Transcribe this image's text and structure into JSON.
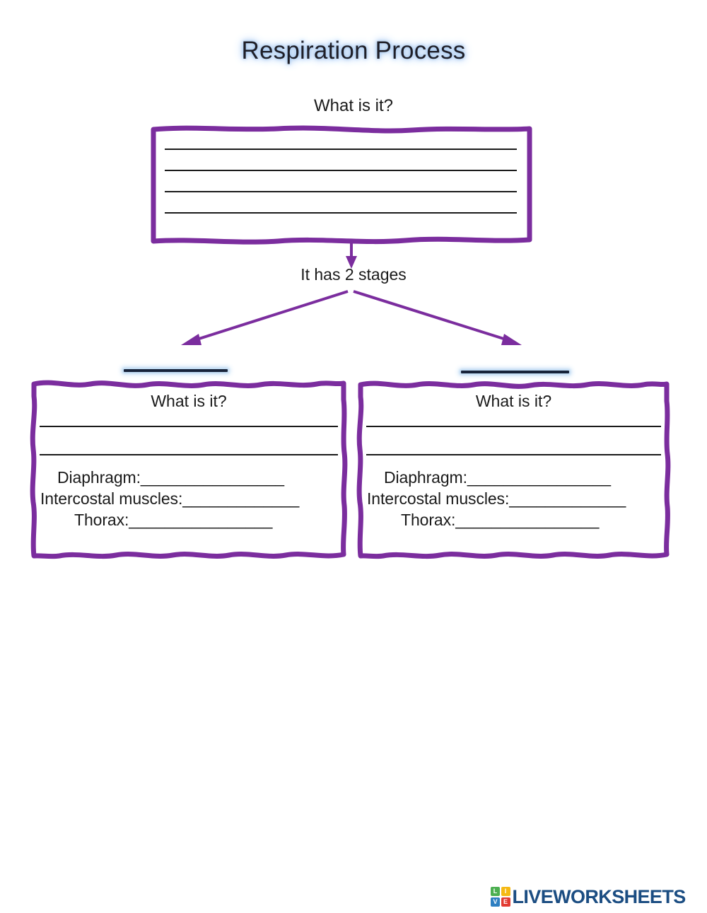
{
  "document": {
    "title": "Respiration Process",
    "top_question": "What is it?",
    "stage_label": "It has 2 stages"
  },
  "colors": {
    "box_border_purple": "#7B2D9E",
    "title_glow_blue": "#9DC3EF",
    "blank_line_dark": "#17233A",
    "blank_glow_blue": "#BCD8F2",
    "logo_text_blue": "#1B4D82",
    "text_black": "#1A1A1A"
  },
  "top_box": {
    "name": "what-is-it-answer-box",
    "line_count": 4,
    "lines": [
      "",
      "",
      "",
      ""
    ]
  },
  "arrows": {
    "down_arrow": "arrow-down-icon",
    "branch_left": "arrow-branch-left-icon",
    "branch_right": "arrow-branch-right-icon"
  },
  "stages": [
    {
      "id": "stage-left",
      "blank_label": "",
      "question": "What is it?",
      "description_line_count": 2,
      "fields": [
        {
          "label": "Diaphragm:",
          "value": "",
          "blank": "________________"
        },
        {
          "label": "Intercostal muscles:",
          "value": "",
          "blank": "_____________"
        },
        {
          "label": "Thorax:",
          "value": "",
          "blank": "________________"
        }
      ]
    },
    {
      "id": "stage-right",
      "blank_label": "",
      "question": "What is it?",
      "description_line_count": 2,
      "fields": [
        {
          "label": "Diaphragm:",
          "value": "",
          "blank": "________________"
        },
        {
          "label": "Intercostal muscles:",
          "value": "",
          "blank": "_____________"
        },
        {
          "label": "Thorax:",
          "value": "",
          "blank": "________________"
        }
      ]
    }
  ],
  "footer": {
    "logo": {
      "tiles": [
        {
          "letter": "L",
          "color": "#4CAF50"
        },
        {
          "letter": "I",
          "color": "#F5B914"
        },
        {
          "letter": "V",
          "color": "#2E7FC1"
        },
        {
          "letter": "E",
          "color": "#E23B32"
        }
      ],
      "wordmark": "LIVEWORKSHEETS"
    }
  }
}
